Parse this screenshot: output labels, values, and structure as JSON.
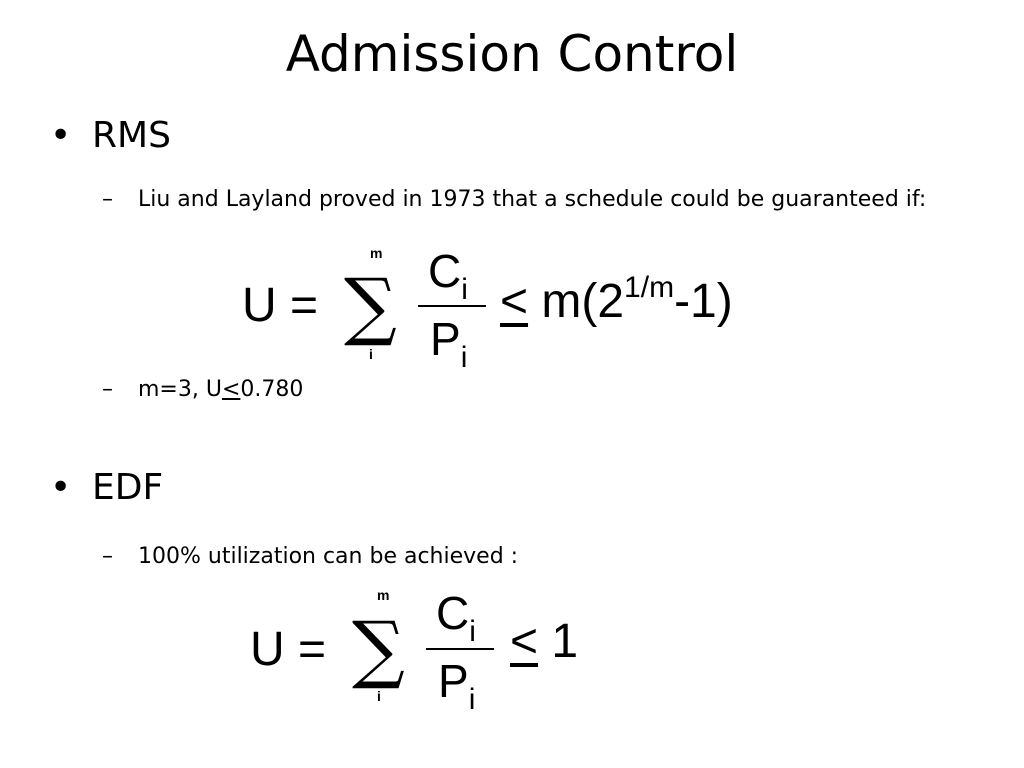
{
  "title": "Admission Control",
  "sections": [
    {
      "bullet": "•",
      "heading": "RMS",
      "items": [
        {
          "dash": "–",
          "text": "Liu and Layland proved in 1973 that a schedule could be guaranteed if:"
        },
        {
          "dash": "–",
          "text_before": "m=3, U",
          "text_underlined": "<",
          "text_after": "0.780"
        }
      ],
      "formula": {
        "lhs": "U =",
        "sigma": "∑",
        "upper": "m",
        "lower": "i",
        "numerator": "C",
        "denominator": "P",
        "index": "i",
        "leq": "<",
        "rhs_before": "m(2",
        "rhs_sup": "1/m",
        "rhs_after": "-1)"
      }
    },
    {
      "bullet": "•",
      "heading": "EDF",
      "items": [
        {
          "dash": "–",
          "text": "100% utilization can be achieved :"
        }
      ],
      "formula": {
        "lhs": "U =",
        "sigma": "∑",
        "upper": "m",
        "lower": "i",
        "numerator": "C",
        "denominator": "P",
        "index": "i",
        "leq": "<",
        "rhs": "1"
      }
    }
  ]
}
